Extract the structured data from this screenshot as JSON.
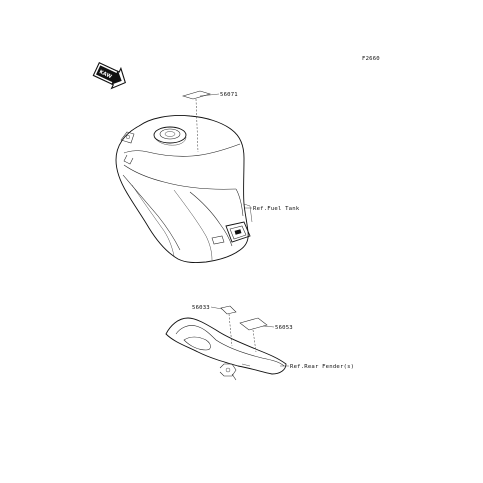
{
  "figure_code": "F2660",
  "brand_logo": "KAWASAKI",
  "parts": [
    {
      "number": "56071"
    },
    {
      "number": "56033"
    },
    {
      "number": "56053"
    }
  ],
  "references": {
    "fuel_tank": "Ref.Fuel Tank",
    "rear_fender": "Ref.Rear Fender(s)"
  }
}
